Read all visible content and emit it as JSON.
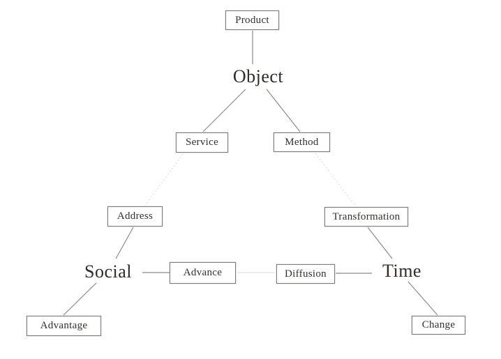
{
  "diagram": {
    "description": "Triangular concept map linking Object, Social and Time with satellite terms",
    "nodes": {
      "product": {
        "label": "Product",
        "type": "box"
      },
      "object": {
        "label": "Object",
        "type": "text"
      },
      "service": {
        "label": "Service",
        "type": "box"
      },
      "method": {
        "label": "Method",
        "type": "box"
      },
      "address": {
        "label": "Address",
        "type": "box"
      },
      "transformation": {
        "label": "Transformation",
        "type": "box"
      },
      "social": {
        "label": "Social",
        "type": "text"
      },
      "advance": {
        "label": "Advance",
        "type": "box"
      },
      "diffusion": {
        "label": "Diffusion",
        "type": "box"
      },
      "time": {
        "label": "Time",
        "type": "text"
      },
      "advantage": {
        "label": "Advantage",
        "type": "box"
      },
      "change": {
        "label": "Change",
        "type": "box"
      }
    },
    "edges": [
      {
        "from": "product",
        "to": "object",
        "style": "solid"
      },
      {
        "from": "object",
        "to": "service",
        "style": "solid"
      },
      {
        "from": "object",
        "to": "method",
        "style": "solid"
      },
      {
        "from": "service",
        "to": "address",
        "style": "faint"
      },
      {
        "from": "method",
        "to": "transformation",
        "style": "faint"
      },
      {
        "from": "address",
        "to": "social",
        "style": "solid"
      },
      {
        "from": "transformation",
        "to": "time",
        "style": "solid"
      },
      {
        "from": "social",
        "to": "advance",
        "style": "solid"
      },
      {
        "from": "advance",
        "to": "diffusion",
        "style": "faint"
      },
      {
        "from": "diffusion",
        "to": "time",
        "style": "solid"
      },
      {
        "from": "social",
        "to": "advantage",
        "style": "solid"
      },
      {
        "from": "time",
        "to": "change",
        "style": "solid"
      }
    ],
    "colors": {
      "line": "#8a8a8a",
      "faint_line": "#e0e0e0",
      "box_border": "#7d7d7d",
      "text": "#2e2b28",
      "background": "#ffffff"
    }
  }
}
